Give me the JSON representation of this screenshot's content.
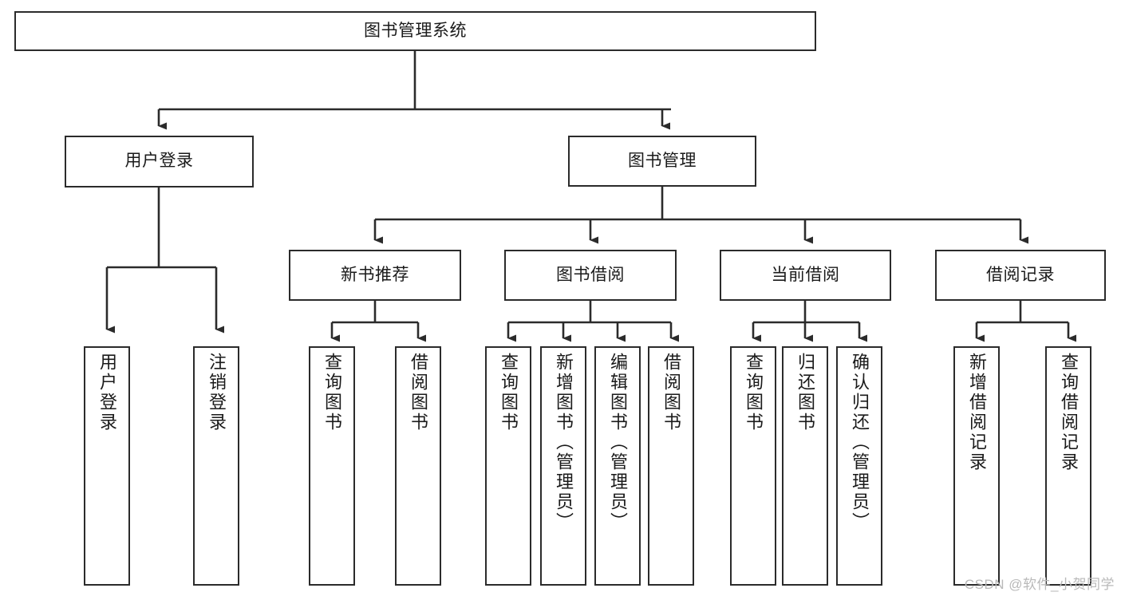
{
  "diagram": {
    "type": "tree-hierarchy",
    "title": "图书管理系统",
    "watermark": "CSDN @软件_小贺同学",
    "colors": {
      "stroke": "#2b2b2b",
      "fill": "#ffffff",
      "text": "#1a1a1a",
      "watermark": "#b9b9b9"
    },
    "levels": {
      "root": {
        "label": "图书管理系统"
      },
      "level2": [
        {
          "id": "user-login",
          "label": "用户登录"
        },
        {
          "id": "book-manage",
          "label": "图书管理"
        }
      ],
      "level3": [
        {
          "id": "new-book-recommend",
          "label": "新书推荐"
        },
        {
          "id": "book-borrow",
          "label": "图书借阅"
        },
        {
          "id": "current-borrow",
          "label": "当前借阅"
        },
        {
          "id": "borrow-record",
          "label": "借阅记录"
        }
      ],
      "leaves": {
        "user_login": [
          {
            "id": "leaf-user-login",
            "label": "用户登录"
          },
          {
            "id": "leaf-user-logout",
            "label": "注销登录"
          }
        ],
        "new_book_recommend": [
          {
            "id": "leaf-query-book-1",
            "label": "查询图书"
          },
          {
            "id": "leaf-borrow-book-1",
            "label": "借阅图书"
          }
        ],
        "book_borrow": [
          {
            "id": "leaf-query-book-2",
            "label": "查询图书"
          },
          {
            "id": "leaf-add-book",
            "label": "新增图书（管理员）"
          },
          {
            "id": "leaf-edit-book",
            "label": "编辑图书（管理员）"
          },
          {
            "id": "leaf-borrow-book-2",
            "label": "借阅图书"
          }
        ],
        "current_borrow": [
          {
            "id": "leaf-query-book-3",
            "label": "查询图书"
          },
          {
            "id": "leaf-return-book",
            "label": "归还图书"
          },
          {
            "id": "leaf-confirm-return",
            "label": "确认归还（管理员）"
          }
        ],
        "borrow_record": [
          {
            "id": "leaf-add-record",
            "label": "新增借阅记录"
          },
          {
            "id": "leaf-query-record",
            "label": "查询借阅记录"
          }
        ]
      }
    }
  }
}
